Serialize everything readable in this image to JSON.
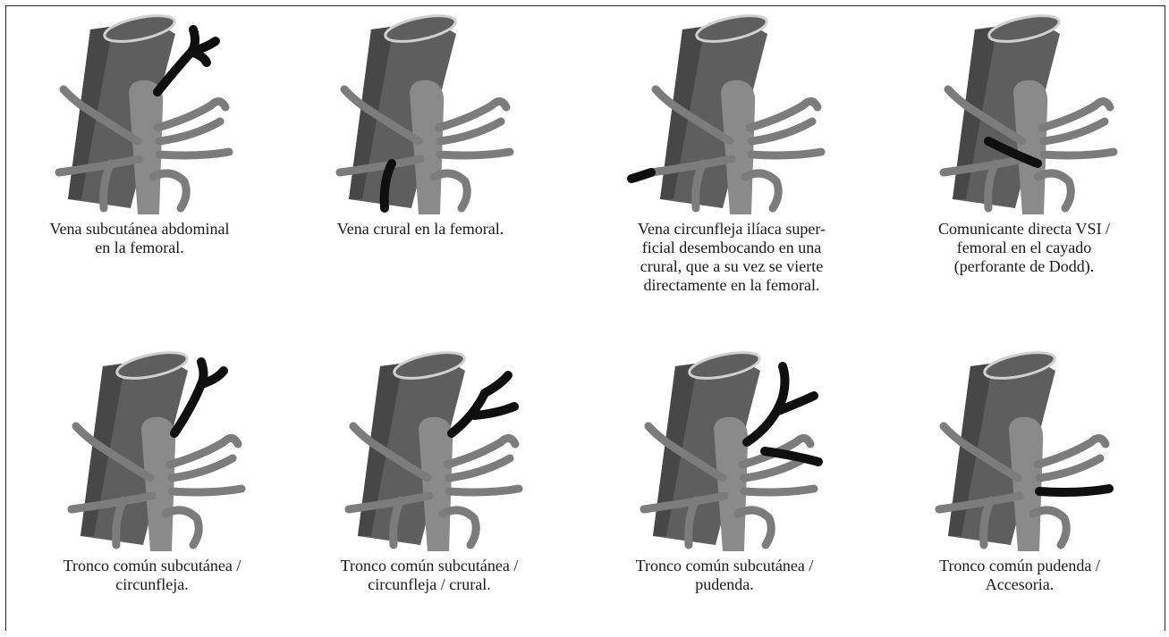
{
  "panels": [
    {
      "caption": "Vena subcutánea abdominal\nen la femoral.",
      "variant": "abdominal"
    },
    {
      "caption": "Vena crural en la femoral.",
      "variant": "crural"
    },
    {
      "caption": "Vena circunfleja ilíaca super-\nficial desembocando en una\ncrural, que a su vez se vierte\ndirectamente en la femoral.",
      "variant": "circunfleja"
    },
    {
      "caption": "Comunicante directa VSI /\nfemoral en el cayado\n(perforante de Dodd).",
      "variant": "dodd"
    },
    {
      "caption": "Tronco común subcutánea /\ncircunfleja.",
      "variant": "tronco_sc"
    },
    {
      "caption": "Tronco común subcutánea /\ncircunfleja / crural.",
      "variant": "tronco_scc"
    },
    {
      "caption": "Tronco común subcutánea /\npudenda.",
      "variant": "tronco_sp"
    },
    {
      "caption": "Tronco común pudenda /\nAccesoria.",
      "variant": "tronco_pa"
    }
  ],
  "colors": {
    "femoral": "#5e5e5e",
    "femoral_dark": "#474747",
    "saphenous": "#8a8a8a",
    "tributary": "#7c7c7c",
    "highlight": "#0f0f0f",
    "rim": "#d0d0d0"
  }
}
